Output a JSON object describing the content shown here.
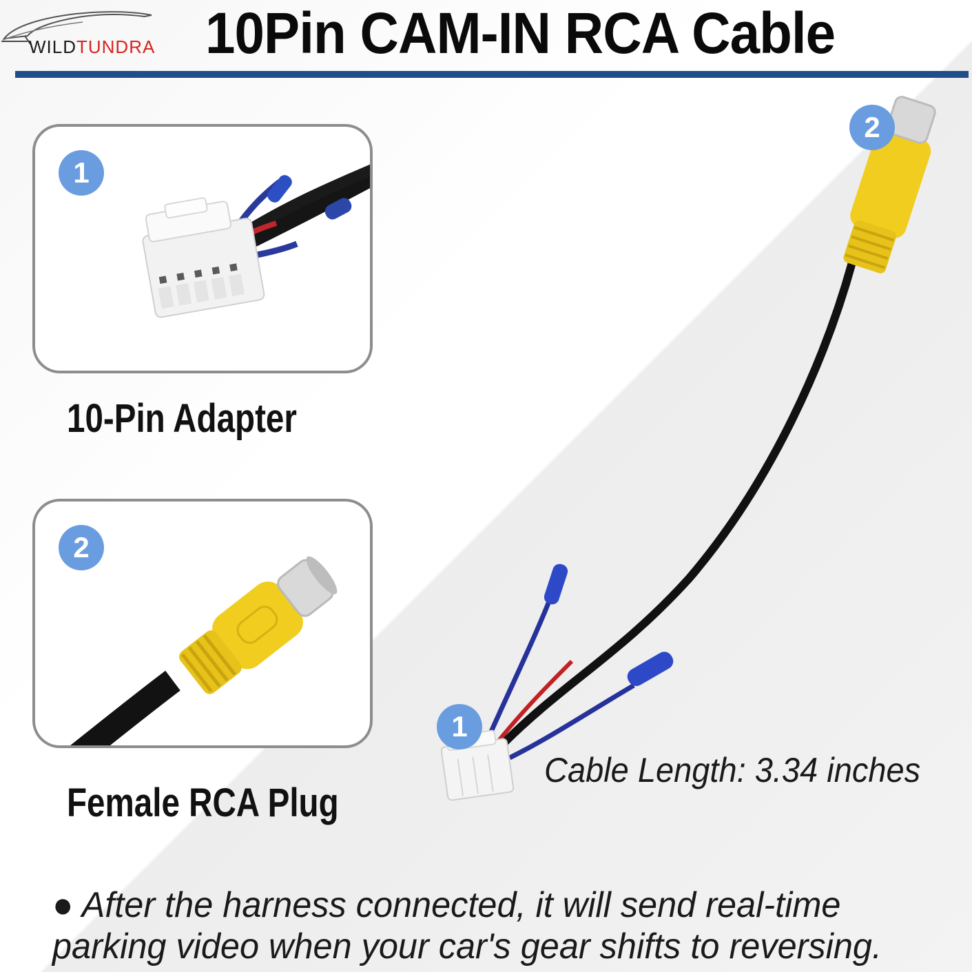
{
  "brand": {
    "part1": "WILD",
    "part2": "TUNDRA",
    "colors": {
      "part1": "#1a1a1a",
      "part2": "#d8231f"
    }
  },
  "title": "10Pin CAM-IN RCA Cable",
  "accent_color": "#1f4e8a",
  "panels": [
    {
      "badge": "1",
      "label": "10-Pin Adapter"
    },
    {
      "badge": "2",
      "label": "Female RCA Plug"
    }
  ],
  "cable": {
    "badge_rca": "2",
    "badge_connector": "1",
    "length_text": "Cable Length: 3.34 inches"
  },
  "note": {
    "line1": "● After the harness connected, it will send real-time",
    "line2": "parking video when your car's gear shifts to reversing."
  }
}
